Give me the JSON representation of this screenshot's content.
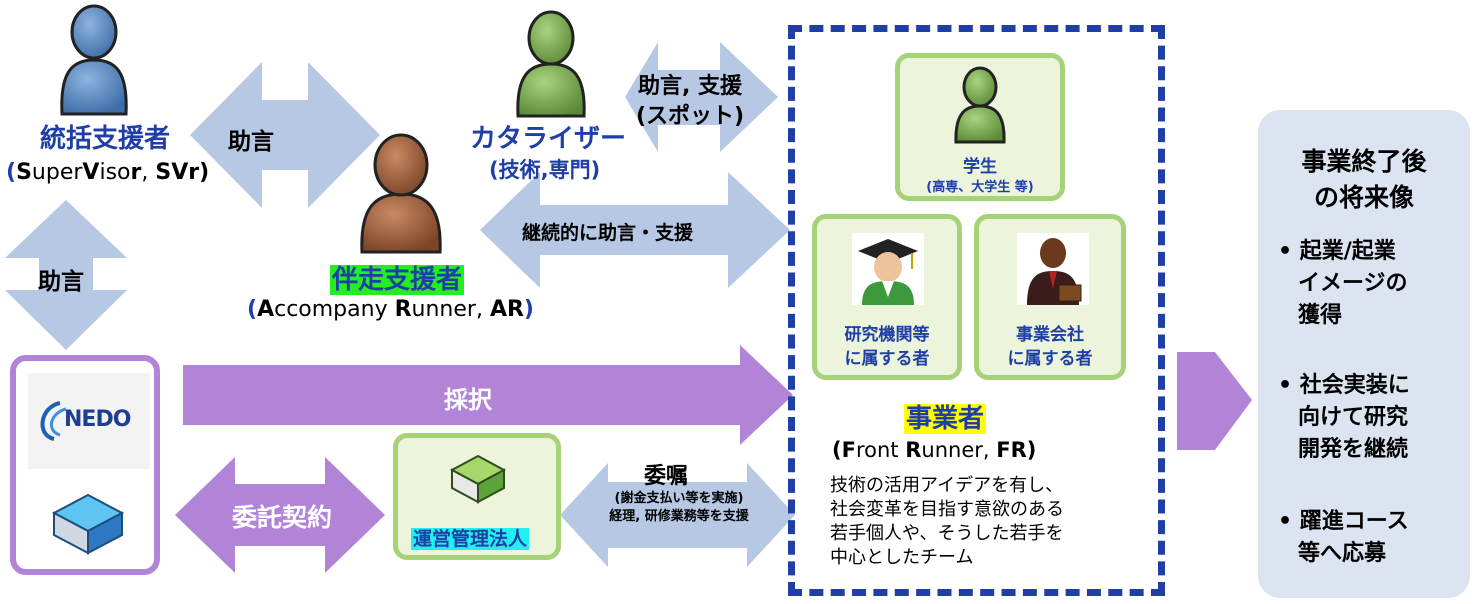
{
  "supervisor": {
    "title": "統括支援者",
    "en_open": "(",
    "en_S": "S",
    "en_uper": "uper",
    "en_V": "V",
    "en_iso": "iso",
    "en_r": "r",
    "en_sep": ", ",
    "en_abbr": "SVr",
    "en_close": ")"
  },
  "arrow_sv_ar": "助言",
  "arrow_sv_nedo": "助言",
  "catalyst": {
    "title": "カタライザー",
    "sub": "(技術,専門)"
  },
  "arrow_catalyst_fr": {
    "line1": "助言, 支援",
    "line2": "(スポット)"
  },
  "arrow_ar_fr": "継続的に助言・支援",
  "accompany": {
    "title": "伴走支援者",
    "open": "(",
    "A": "A",
    "ccompany": "ccompany ",
    "R": "R",
    "unner": "unner, ",
    "abbr": "AR",
    "close": ")"
  },
  "arrow_adopt": "採択",
  "arrow_contract": "委託契約",
  "nedo_logo": "NEDO",
  "management": "運営管理法人",
  "arrow_commission": {
    "title": "委嘱",
    "line1": "(謝金支払い等を実施)",
    "line2": "経理, 研修業務等を支援"
  },
  "front_runner": {
    "student": {
      "title": "学生",
      "sub": "(高専、大学生 等)"
    },
    "research": {
      "line1": "研究機関等",
      "line2": "に属する者"
    },
    "company": {
      "line1": "事業会社",
      "line2": "に属する者"
    },
    "title": "事業者",
    "en_open": "(",
    "F": "F",
    "ront": "ront ",
    "R": "R",
    "unner": "unner, ",
    "abbr": "FR",
    "en_close": ")",
    "desc1": "技術の活用アイデアを有し、",
    "desc2": "社会変革を目指す意欲のある",
    "desc3": "若手個人や、そうした若手を",
    "desc4": "中心としたチーム"
  },
  "future": {
    "title1": "事業終了後",
    "title2": "の将来像",
    "bullet": "•",
    "b1_l1": "起業/起業",
    "b1_l2": "イメージの",
    "b1_l3": "獲得",
    "b2_l1": "社会実装に",
    "b2_l2": "向けて研究",
    "b2_l3": "開発を継続",
    "b3_l1": "躍進コース",
    "b3_l2": "等へ応募"
  },
  "colors": {
    "blue_arrow": "#b6c8e4",
    "purple_arrow": "#b184d8",
    "green_border": "#a6d37a",
    "dash_border": "#1f3fa6",
    "future_bg": "#dce4f1"
  }
}
